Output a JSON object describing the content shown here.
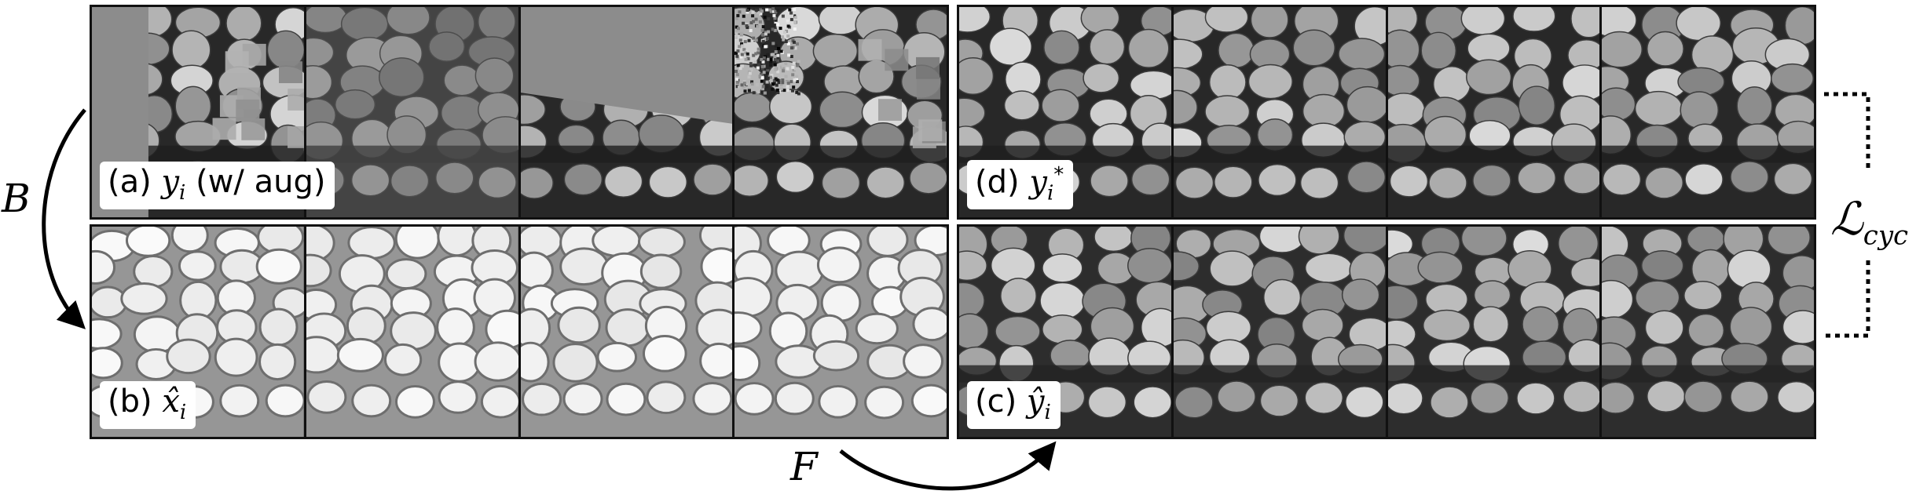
{
  "panels": {
    "a": {
      "label_prefix": "(a) ",
      "label_var": "y",
      "label_sub": "i",
      "label_suffix": " (w/ aug)",
      "tile_count": 4
    },
    "b": {
      "label_prefix": "(b) ",
      "label_var": "x̂",
      "label_sub": "i",
      "tile_count": 4
    },
    "c": {
      "label_prefix": "(c) ",
      "label_var": "ŷ",
      "label_sub": "i",
      "tile_count": 4
    },
    "d": {
      "label_prefix": "(d) ",
      "label_var": "y",
      "label_sub": "i",
      "label_sup": "*",
      "tile_count": 4
    }
  },
  "symbols": {
    "B": "B",
    "F": "F",
    "loss_main": "ℒ",
    "loss_sub": "cyc"
  },
  "colors": {
    "border": "#111111",
    "cell_bright": "#f2f2f2",
    "cell_mid": "#9a9a9a",
    "background_dark": "#2a2a2a",
    "mask_gray": "#8c8c8c"
  }
}
